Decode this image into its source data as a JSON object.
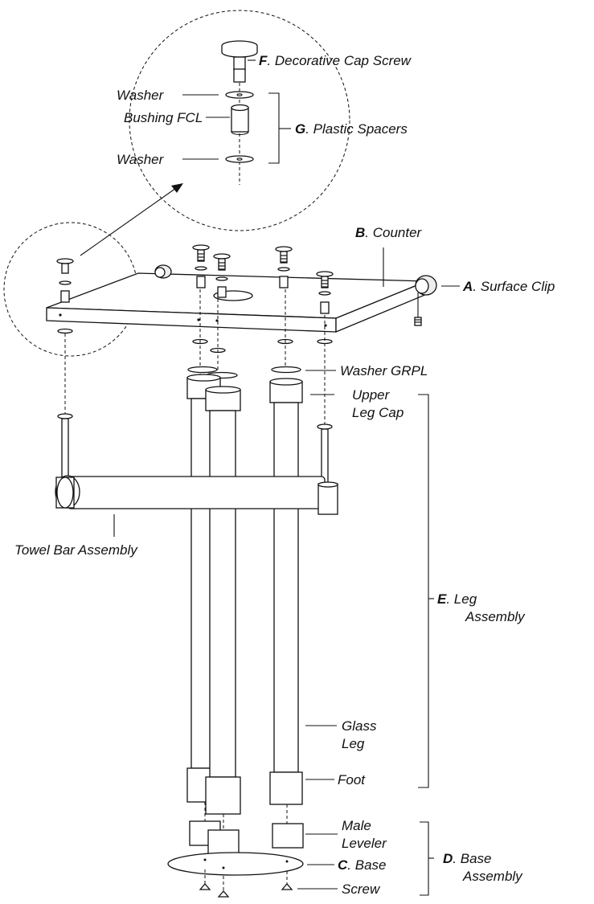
{
  "labels": {
    "decorative_cap_screw": {
      "letter": "F",
      "text": ". Decorative Cap Screw"
    },
    "washer_top": "Washer",
    "bushing_fcl": "Bushing FCL",
    "plastic_spacers": {
      "letter": "G",
      "text": ". Plastic Spacers"
    },
    "washer_bottom": "Washer",
    "counter": {
      "letter": "B",
      "text": ". Counter"
    },
    "surface_clip": {
      "letter": "A",
      "text": ". Surface Clip"
    },
    "washer_grpl": "Washer GRPL",
    "upper_leg_cap": [
      "Upper",
      "Leg Cap"
    ],
    "towel_bar_assembly": "Towel Bar Assembly",
    "leg_assembly": {
      "letter": "E",
      "text": ". Leg",
      "line2": "Assembly"
    },
    "glass_leg": [
      "Glass",
      "Leg"
    ],
    "foot": "Foot",
    "male_leveler": [
      "Male",
      "Leveler"
    ],
    "base": {
      "letter": "C",
      "text": ". Base"
    },
    "base_assembly": {
      "letter": "D",
      "text": ". Base",
      "line2": "Assembly"
    },
    "screw": "Screw"
  }
}
